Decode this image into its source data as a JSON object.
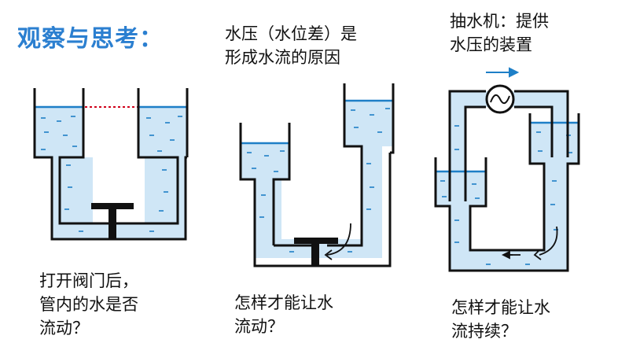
{
  "title": "观察与思考：",
  "panel1": {
    "question": [
      "打开阀门后，",
      "管内的水是否",
      "流动？"
    ]
  },
  "panel2": {
    "caption": [
      "水压（水位差）是",
      "形成水流的原因"
    ],
    "question": [
      "怎样才能让水",
      "流动？"
    ]
  },
  "panel3": {
    "caption": [
      "抽水机：提供",
      "水压的装置"
    ],
    "question": [
      "怎样才能让水",
      "流持续？"
    ]
  },
  "colors": {
    "water": "#cfe6f6",
    "surface": "#1e7fc7",
    "dash": "#1e7fc7",
    "wall": "#111111",
    "level_line": "#d0021b",
    "title": "#2b7fd0"
  }
}
